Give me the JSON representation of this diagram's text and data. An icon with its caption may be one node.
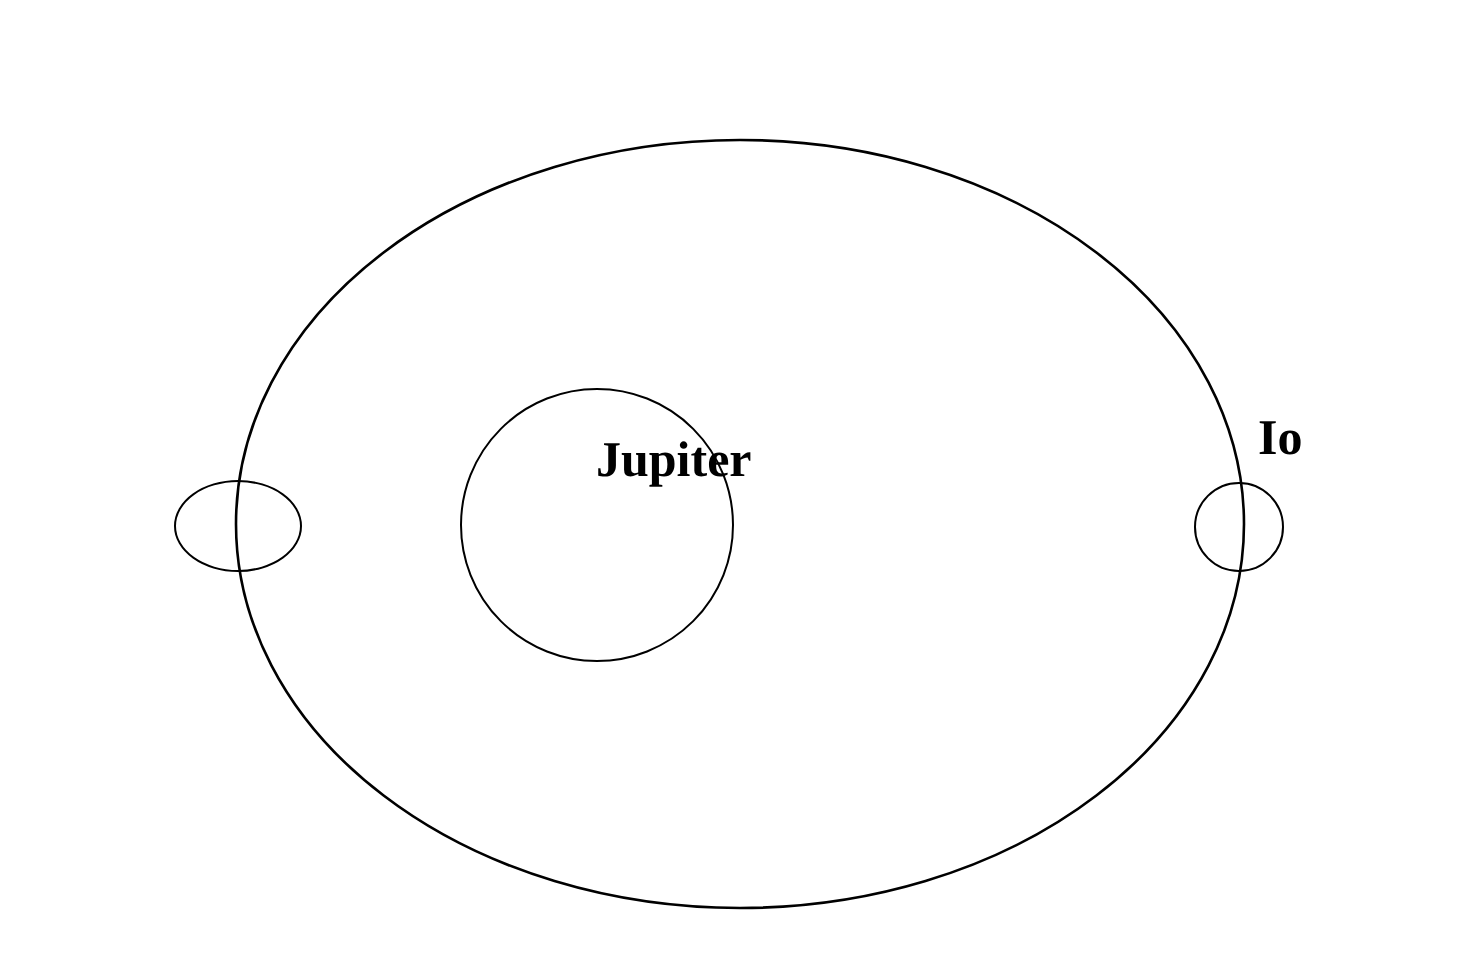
{
  "diagram": {
    "nodes": [
      {
        "text": [],
        "shape": "circle"
      },
      {
        "text": [
          "Jupiter"
        ]
      },
      {
        "text": [],
        "shape": "circle",
        "beside": [
          "Io"
        ]
      }
    ]
  }
}
